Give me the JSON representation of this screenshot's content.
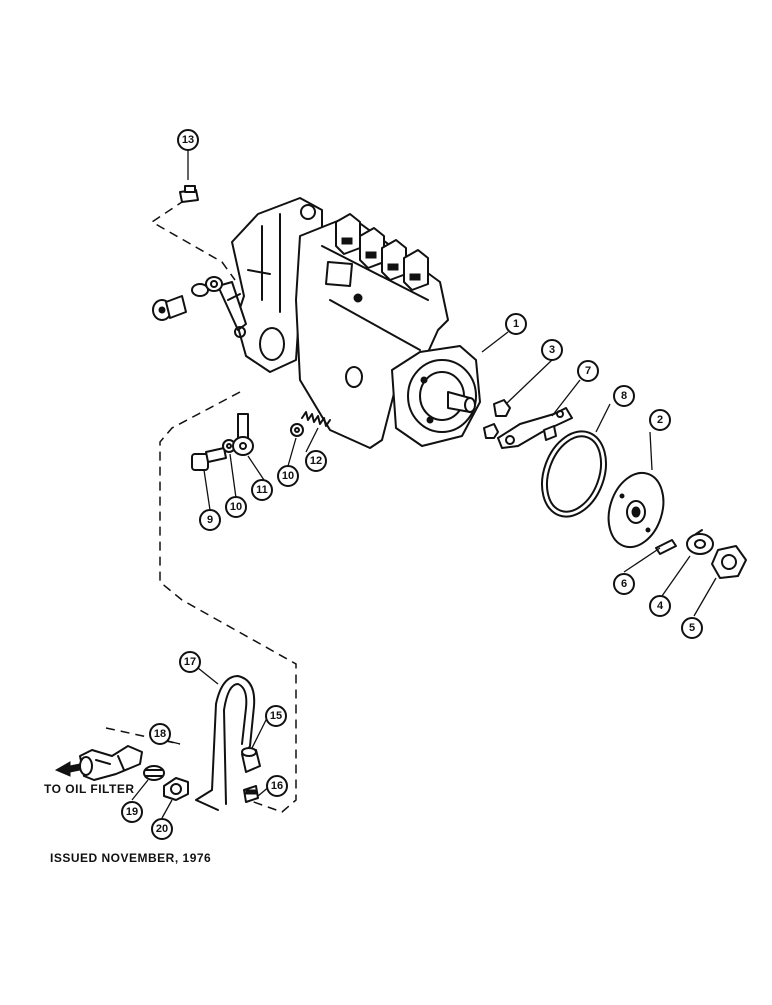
{
  "diagram": {
    "callouts": [
      "1",
      "2",
      "3",
      "4",
      "5",
      "6",
      "7",
      "8",
      "9",
      "10",
      "10",
      "11",
      "12",
      "13",
      "15",
      "16",
      "17",
      "18",
      "19",
      "20"
    ],
    "to_oil_filter": "TO OIL FILTER",
    "issued_note": "ISSUED NOVEMBER, 1976"
  }
}
